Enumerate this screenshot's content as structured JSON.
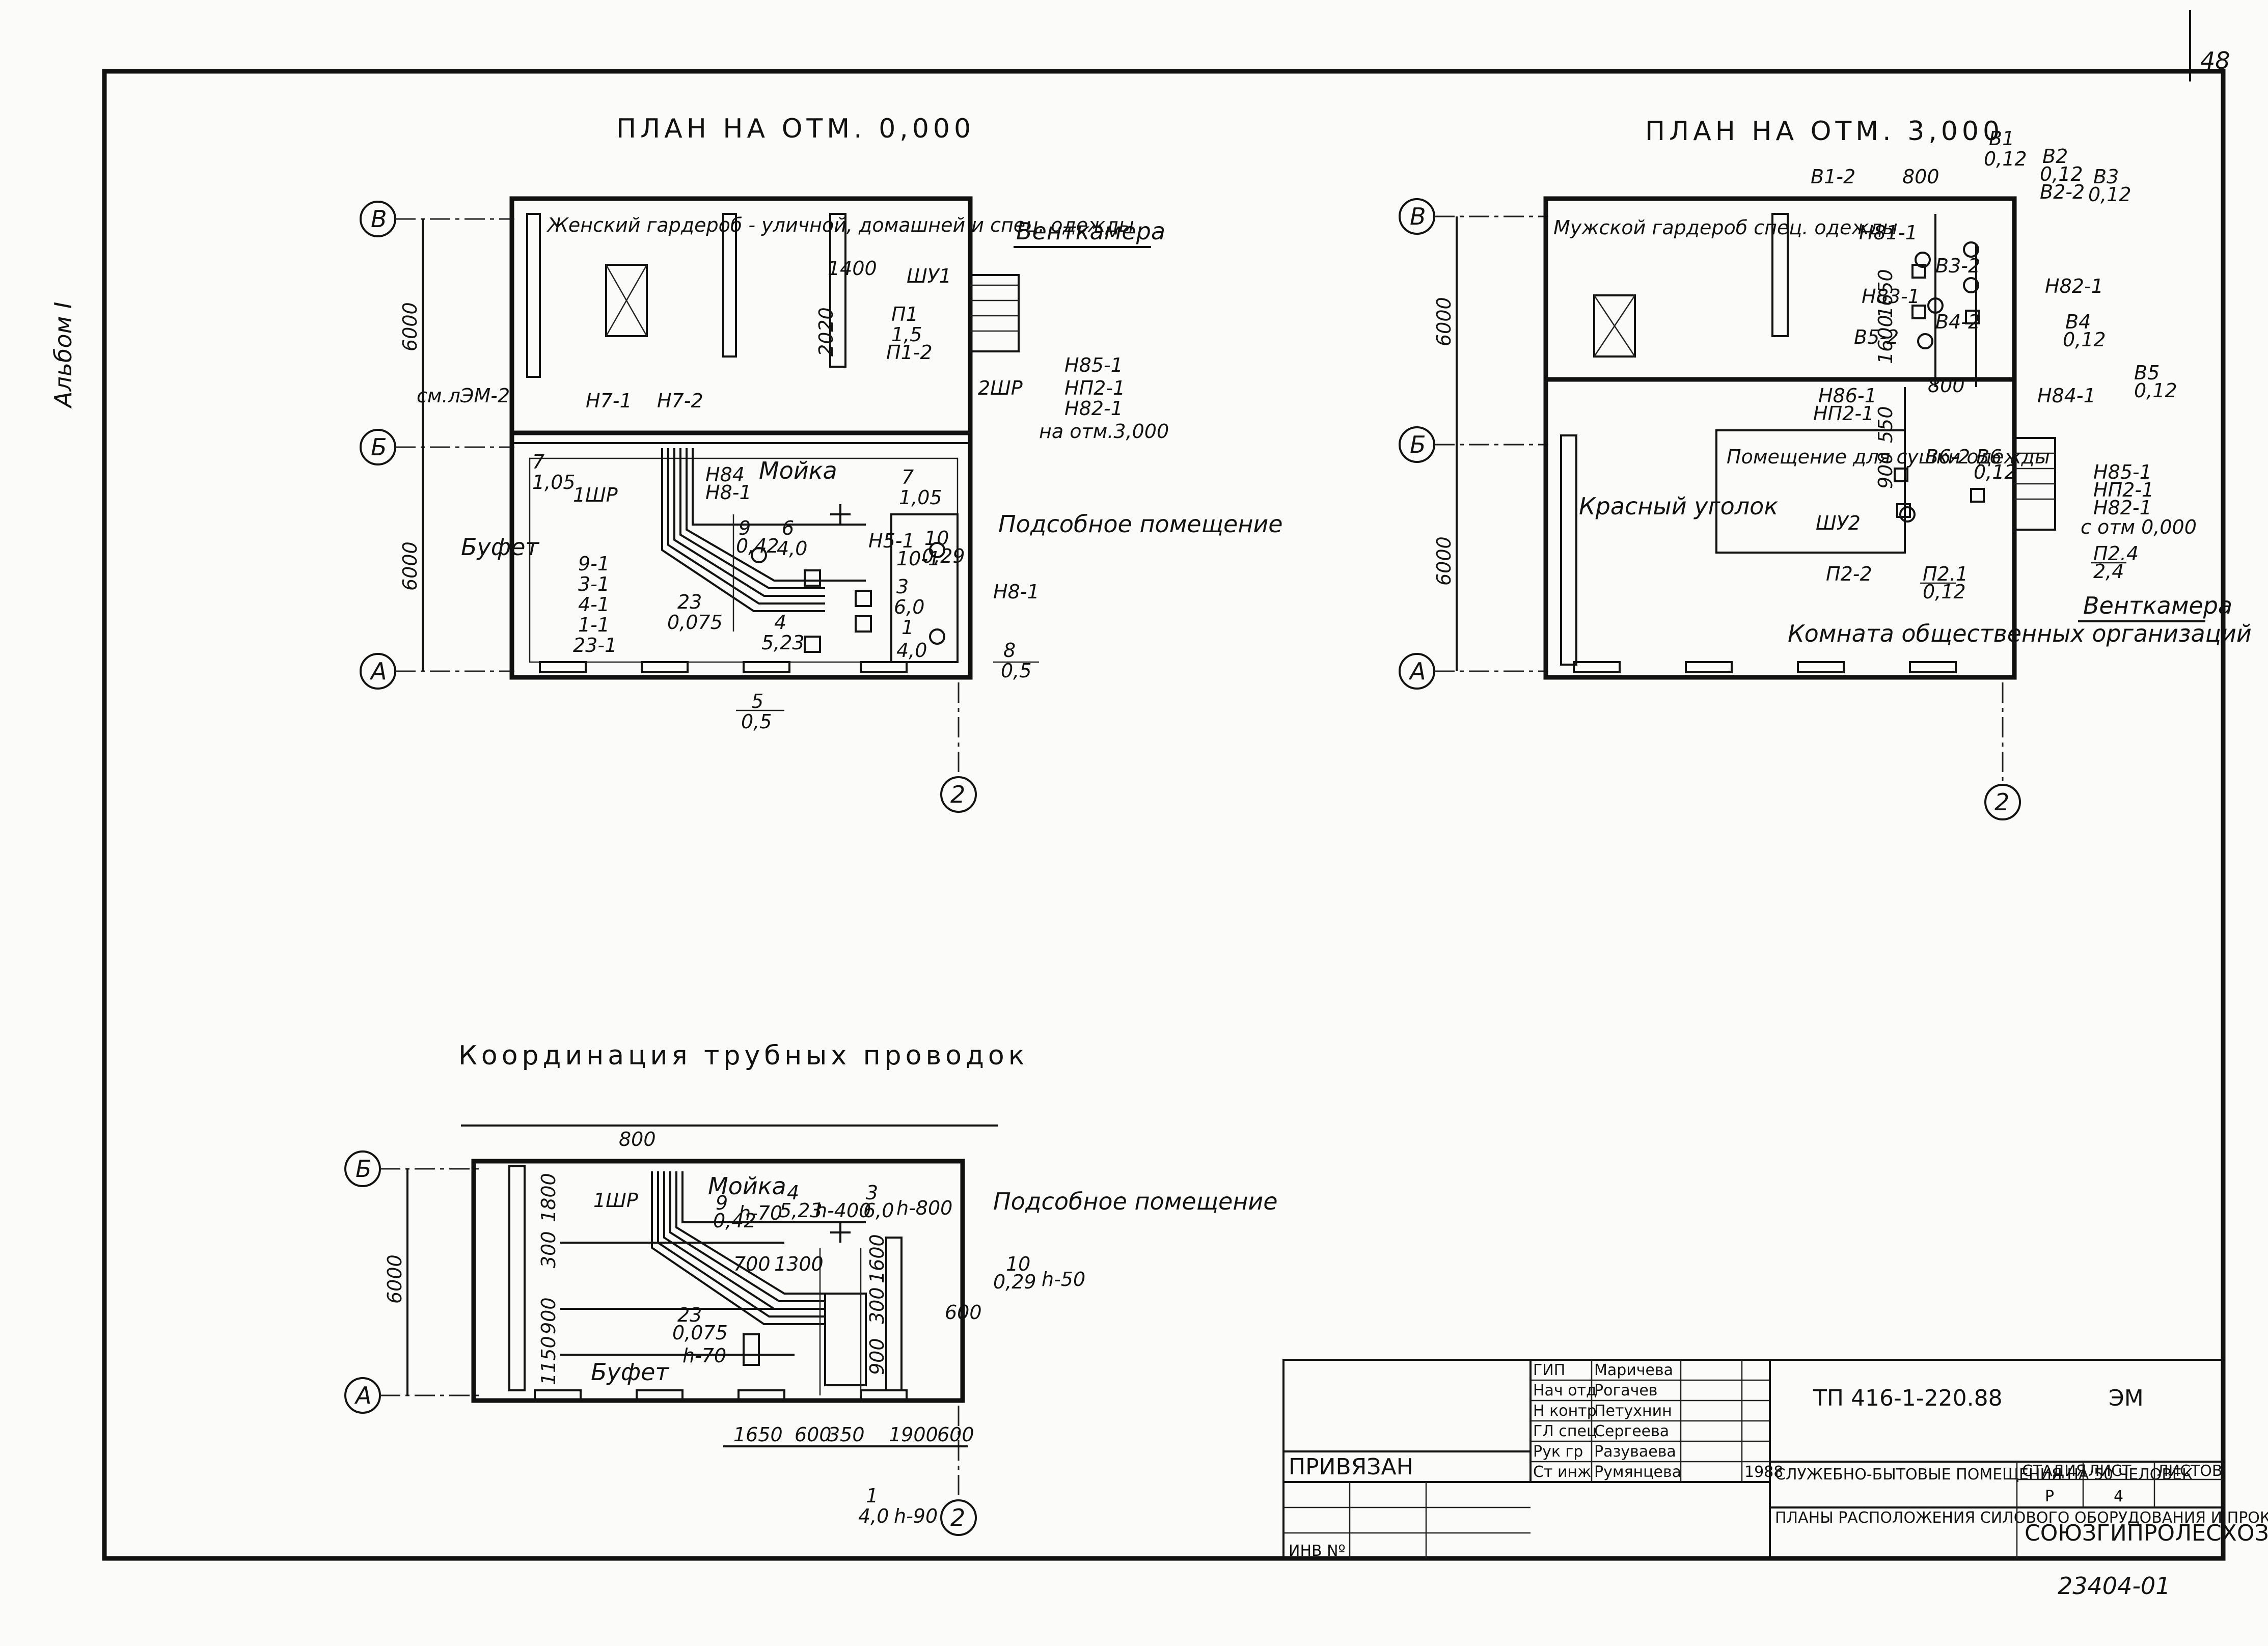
{
  "sheet": {
    "page_number": "48",
    "album": "Альбом I",
    "doc_number": "23404-01"
  },
  "plan1": {
    "title": "ПЛАН НА ОТМ. 0,000",
    "axes": [
      "В",
      "Б",
      "А",
      "2"
    ],
    "dims": [
      "6000",
      "6000",
      "1400",
      "2020"
    ],
    "rooms": {
      "garderob": "Женский гардероб - уличной, домашней и спец. одежды",
      "ventkamera": "Венткамера",
      "mojka": "Мойка",
      "bufet": "Буфет",
      "podsobnoe": "Подсобное помещение"
    },
    "labels": [
      "см.лЭМ-2",
      "Н7-1",
      "Н7-2",
      "1ШР",
      "2ШР",
      "ШУ1",
      "П1",
      "1,5",
      "П1-2",
      "Н85-1",
      "НП2-1",
      "Н82-1",
      "на отм.3,000",
      "7",
      "1,05",
      "7",
      "1,05",
      "Н84",
      "Н8-1",
      "9-1",
      "3-1",
      "4-1",
      "1-1",
      "23-1",
      "9",
      "0,42",
      "6",
      "4,0",
      "Н5-1",
      "10-1",
      "10",
      "0,29",
      "3",
      "6,0",
      "1",
      "4,0",
      "23",
      "0,075",
      "4",
      "5,23",
      "Н8-1",
      "8",
      "0,5",
      "5",
      "0,5"
    ]
  },
  "plan2": {
    "title": "ПЛАН НА ОТМ. 3,000",
    "axes": [
      "В",
      "Б",
      "А",
      "2"
    ],
    "dims": [
      "6000",
      "6000",
      "800",
      "800",
      "1650",
      "1600",
      "900",
      "550"
    ],
    "rooms": {
      "garderob": "Мужской гардероб спец. одежды",
      "krasny": "Красный уголок",
      "sushka": "Помещение для сушки одежды",
      "komnata": "Комната общественных организаций",
      "ventkamera": "Венткамера"
    },
    "labels": [
      "В1-2",
      "В1",
      "0,12",
      "В2",
      "0,12",
      "В2-2",
      "В3",
      "0,12",
      "Н81-1",
      "Н83-1",
      "В5-2",
      "В3-2",
      "В4-2",
      "Н82-1",
      "В4",
      "0,12",
      "В5",
      "0,12",
      "Н84-1",
      "Н86-1",
      "НП2-1",
      "В6-2",
      "В6",
      "0,12",
      "ШУ2",
      "П2-2",
      "П2.1",
      "0,12",
      "Н85-1",
      "НП2-1",
      "Н82-1",
      "с отм 0,000",
      "П2.4",
      "2,4"
    ]
  },
  "plan3": {
    "title": "Координация трубных проводок",
    "axes": [
      "Б",
      "А",
      "2"
    ],
    "dims_bottom": [
      "1650",
      "600",
      "350",
      "1900",
      "600"
    ],
    "dims_other": [
      "6000",
      "800",
      "1800",
      "300",
      "900",
      "1150",
      "700",
      "1300",
      "1600",
      "300",
      "600",
      "900"
    ],
    "rooms": {
      "mojka": "Мойка",
      "bufet": "Буфет",
      "podsobnoe": "Подсобное помещение"
    },
    "labels": [
      "1ШР",
      "9",
      "0,42",
      "h-70",
      "4",
      "5,23",
      "h-400",
      "3",
      "6,0",
      "h-800",
      "10",
      "0,29",
      "h-50",
      "23",
      "0,075",
      "h-70",
      "1",
      "4,0",
      "h-90"
    ]
  },
  "title_block": {
    "staff": [
      {
        "role": "ГИП",
        "name": "Маричева"
      },
      {
        "role": "Нач отд",
        "name": "Рогачев"
      },
      {
        "role": "Н контр",
        "name": "Петухнин"
      },
      {
        "role": "ГЛ спец",
        "name": "Сергеева"
      },
      {
        "role": "Рук гр",
        "name": "Разуваева"
      },
      {
        "role": "Ст инж",
        "name": "Румянцева"
      }
    ],
    "year": "1988",
    "privyazan": "ПРИВЯЗАН",
    "inv": "ИНВ Nº",
    "doc_code": "ТП 416-1-220.88",
    "mark": "ЭМ",
    "object_name": "СЛУЖЕБНО-БЫТОВЫЕ ПОМЕЩЕНИЯ НА 50 ЧЕЛОВЕК",
    "sheet_title": "ПЛАНЫ РАСПОЛОЖЕНИЯ СИЛОВОГО ОБОРУДОВАНИЯ И ПРОКЛАДКИ ЭЛЕКТРИЧЕСКИХ СЕТЕЙ",
    "col_stage": "СТАДИЯ",
    "col_sheet": "ЛИСТ",
    "col_sheets": "ЛИСТОВ",
    "stage": "Р",
    "sheet_no": "4",
    "org": "СОЮЗГИПРОЛЕСХОЗ"
  }
}
